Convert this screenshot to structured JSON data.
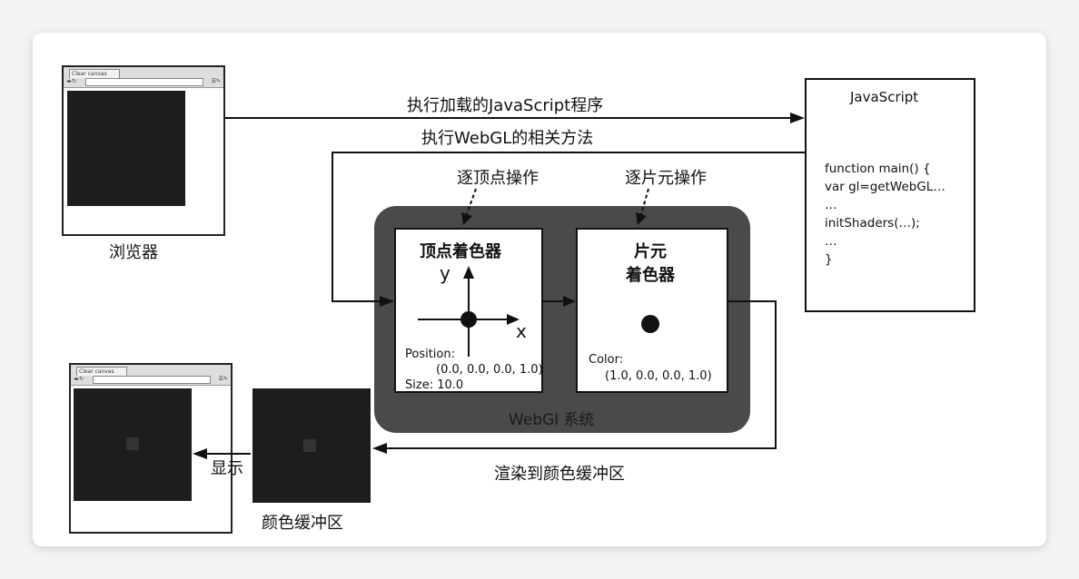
{
  "top_browser": {
    "tab_title": "Clear canvas",
    "icon": "browser-window-icon"
  },
  "bottom_browser": {
    "tab_title": "Clear canvas",
    "icon": "browser-window-icon"
  },
  "labels": {
    "browser": "浏览器",
    "exec_js": "执行加载的JavaScript程序",
    "exec_webgl": "执行WebGL的相关方法",
    "per_vertex": "逐顶点操作",
    "per_fragment": "逐片元操作",
    "render_to_buffer": "渲染到颜色缓冲区",
    "display": "显示",
    "color_buffer": "颜色缓冲区",
    "webgl_system": "WebGl 系统"
  },
  "vertex_shader": {
    "title": "顶点着色器",
    "axis_y": "y",
    "axis_x": "x",
    "position_label": "Position:",
    "position_value": "(0.0, 0.0, 0.0, 1.0)",
    "size": "Size: 10.0"
  },
  "fragment_shader": {
    "title_line1": "片元",
    "title_line2": "着色器",
    "color_label": "Color:",
    "color_value": "(1.0, 0.0, 0.0, 1.0)"
  },
  "javascript": {
    "title": "JavaScript",
    "code": [
      "function main() {",
      "   var gl=getWebGL…",
      "   …",
      "   initShaders(…);",
      "   …",
      "}"
    ]
  },
  "colors": {
    "line": "#111111",
    "webgl_bg": "#4a4a4a",
    "canvas": "#1d1d1d"
  }
}
